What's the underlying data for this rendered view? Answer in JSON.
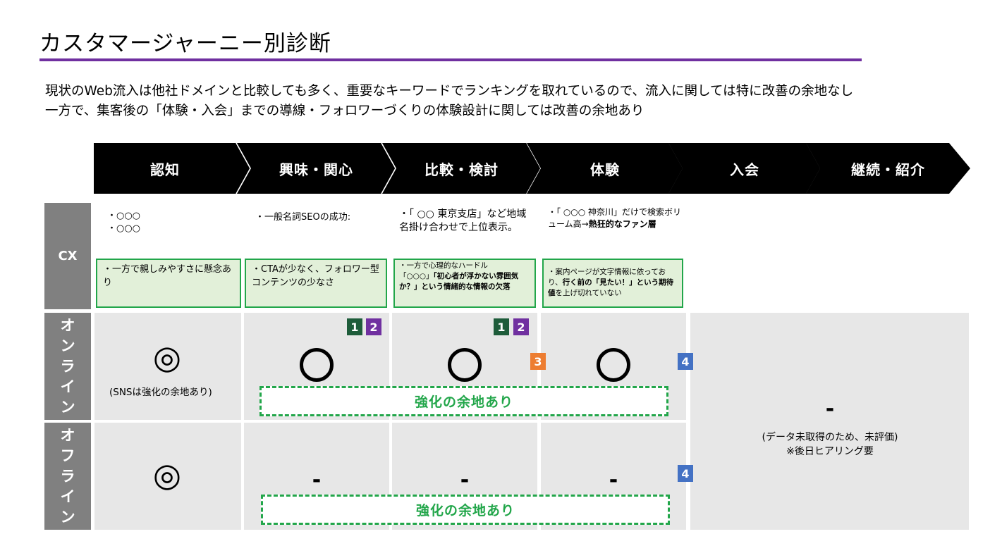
{
  "title": "カスタマージャーニー別診断",
  "summary": {
    "line1": "現状のWeb流入は他社ドメインと比較しても多く、重要なキーワードでランキングを取れているので、流入に関しては特に改善の余地なし",
    "line2": "一方で、集客後の「体験・入会」までの導線・フォロワーづくりの体験設計に関しては改善の余地あり"
  },
  "stages": [
    "認知",
    "興味・関心",
    "比較・検討",
    "体験",
    "入会",
    "継続・紹介"
  ],
  "rows": {
    "cx": "CX",
    "online": [
      "オ",
      "ン",
      "ラ",
      "イ",
      "ン"
    ],
    "offline": [
      "オ",
      "フ",
      "ラ",
      "イ",
      "ン"
    ]
  },
  "cx": {
    "awareness": {
      "line1": "・○○○",
      "line2": "・○○○",
      "issue": "・一方で親しみやすさに懸念あり"
    },
    "interest": {
      "text": "・一般名詞SEOの成功:",
      "issue": "・CTAが少なく、フォロワー型コンテンツの少なさ"
    },
    "compare": {
      "text": "・「 ○○ 東京支店」など地域名掛け合わせで上位表示。",
      "issue_line1": "・一方で心理的なハードル",
      "issue_line2": "「○○○」",
      "issue_bold": "「初心者が浮かない雰囲気か？」という情緒的な情報の欠落"
    },
    "trial": {
      "text_plain": "・「 ○○○ 神奈川」だけで検索ボリューム高→",
      "text_bold": "熱狂的なファン層",
      "issue_plain1": "・案内ページが文字情報に依っており、",
      "issue_bold1": "行く前の「見たい！」という期待値",
      "issue_plain2": "を上げ切れていない"
    }
  },
  "online": {
    "awareness_mark": "◎",
    "awareness_note": "(SNSは強化の余地あり)",
    "marks": [
      "○",
      "○",
      "○"
    ],
    "badges": {
      "b1": "1",
      "b2": "2",
      "b3": "3",
      "b4": "4"
    },
    "strengthen": "強化の余地あり"
  },
  "offline": {
    "awareness_mark": "◎",
    "marks": [
      "-",
      "-",
      "-"
    ],
    "badge4": "4",
    "strengthen": "強化の余地あり"
  },
  "pending": {
    "dash": "-",
    "line1": "(データ未取得のため、未評価)",
    "line2": "※後日ヒアリング要"
  },
  "colors": {
    "accent_purple": "#7030a0",
    "green_border": "#22a64a",
    "green_fill": "#e2f0d9",
    "badge_dark_green": "#1e5c3a",
    "badge_orange": "#ed7d31",
    "badge_blue": "#4472c4",
    "row_label_gray": "#808080",
    "cell_gray": "#e7e7e7"
  }
}
